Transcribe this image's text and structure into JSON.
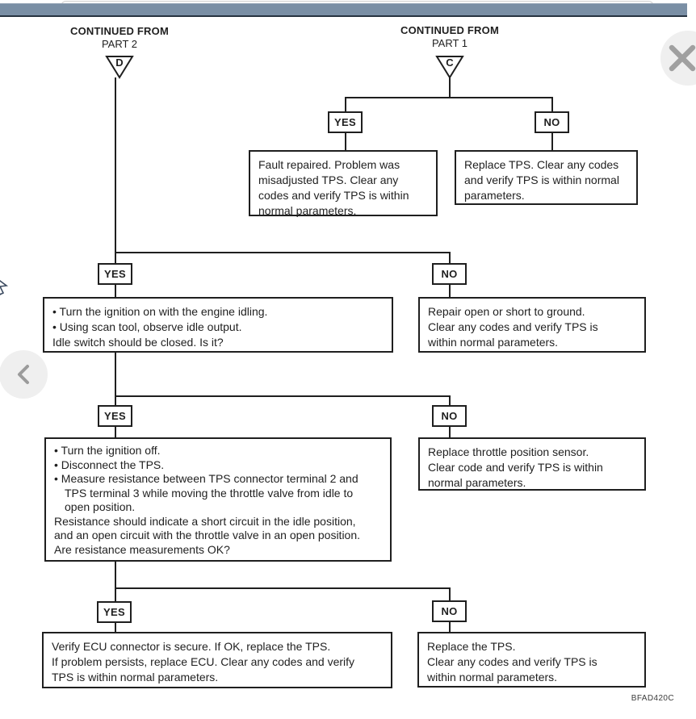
{
  "viewer": {
    "prev_tooltip": "previous-page",
    "close_tooltip": "close"
  },
  "flow": {
    "continued_left": {
      "line1": "CONTINUED FROM",
      "line2": "PART 2",
      "connector": "D"
    },
    "continued_right": {
      "line1": "CONTINUED FROM",
      "line2": "PART 1",
      "connector": "C"
    },
    "labels": {
      "yes": "YES",
      "no": "NO"
    },
    "boxes": {
      "fault_repaired": {
        "lines": [
          "Fault repaired. Problem was",
          "misadjusted TPS. Clear any",
          "codes and verify TPS is within",
          "normal parameters."
        ]
      },
      "replace_tps_top": {
        "lines": [
          "Replace TPS. Clear any codes",
          "and verify TPS is within normal",
          "parameters."
        ]
      },
      "idle_check": {
        "lines": [
          "• Turn the ignition on with the engine idling.",
          "• Using scan tool, observe idle output.",
          "Idle switch should be closed. Is it?"
        ]
      },
      "repair_open_short": {
        "lines": [
          "Repair open or short to ground.",
          "Clear any codes and verify TPS is",
          "within normal parameters."
        ]
      },
      "resistance_check": {
        "lines": [
          "• Turn the ignition off.",
          "• Disconnect the TPS.",
          "• Measure resistance between TPS connector terminal 2 and",
          "TPS terminal 3 while moving the throttle valve from idle to",
          "open position.",
          "Resistance should indicate a short circuit in the idle position,",
          "and an open circuit with the throttle valve in an open position.",
          "Are resistance measurements OK?"
        ]
      },
      "replace_sensor": {
        "lines": [
          "Replace throttle position sensor.",
          "Clear code and verify TPS is within",
          "normal parameters."
        ]
      },
      "verify_ecu": {
        "lines": [
          "Verify ECU connector is secure. If OK, replace the TPS.",
          "If problem persists, replace ECU. Clear any codes and verify",
          "TPS is within normal parameters."
        ]
      },
      "replace_tps_bottom": {
        "lines": [
          "Replace the TPS.",
          "Clear any codes and verify TPS is",
          "within normal parameters."
        ]
      }
    },
    "caption": "BFAD420C"
  }
}
